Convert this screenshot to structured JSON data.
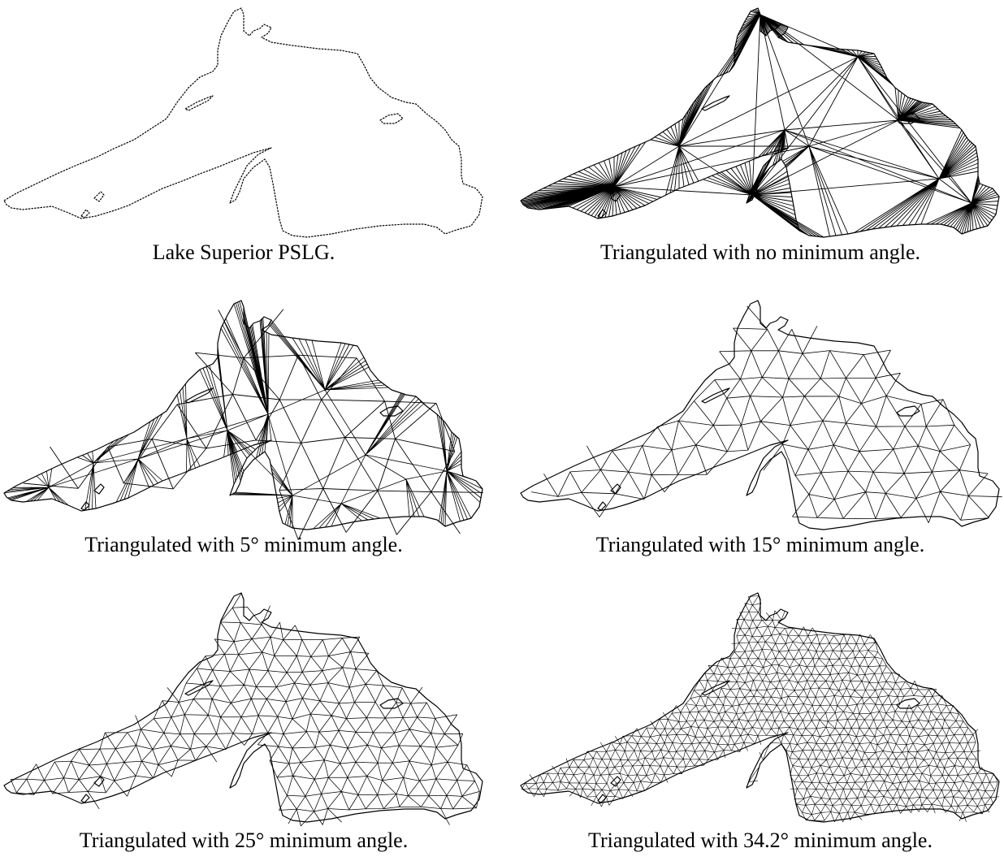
{
  "figure": {
    "panels": [
      {
        "id": "pslg",
        "caption": "Lake Superior PSLG.",
        "mesh": "outline"
      },
      {
        "id": "none",
        "caption": "Triangulated with no minimum angle.",
        "mesh": "fan"
      },
      {
        "id": "deg5",
        "caption": "Triangulated with 5° minimum angle.",
        "mesh": "coarse"
      },
      {
        "id": "deg15",
        "caption": "Triangulated with 15° minimum angle.",
        "mesh": "medium"
      },
      {
        "id": "deg25",
        "caption": "Triangulated with 25° minimum angle.",
        "mesh": "fine"
      },
      {
        "id": "deg34",
        "caption": "Triangulated with 34.2° minimum angle.",
        "mesh": "very-fine"
      }
    ],
    "stroke_color": "#000000",
    "background_color": "#ffffff"
  }
}
